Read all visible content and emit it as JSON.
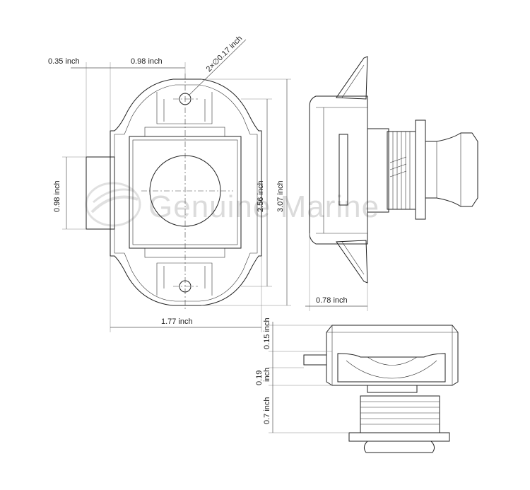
{
  "watermark": "Genuine Marine",
  "dimensions": {
    "left_offset": "0.35 inch",
    "hole_spacing": "0.98 inch",
    "hole_diameter": "2×∅0.17 inch",
    "body_height": "0.98 inch",
    "inner_height": "2.56 inch",
    "overall_height": "3.07 inch",
    "overall_width": "1.77 inch",
    "side_depth": "0.78 inch",
    "flange_thickness": "0.15 inch",
    "knob_gap_line1": "0.19",
    "knob_gap_line2": "inch",
    "knob_projection": "0.7 inch"
  }
}
